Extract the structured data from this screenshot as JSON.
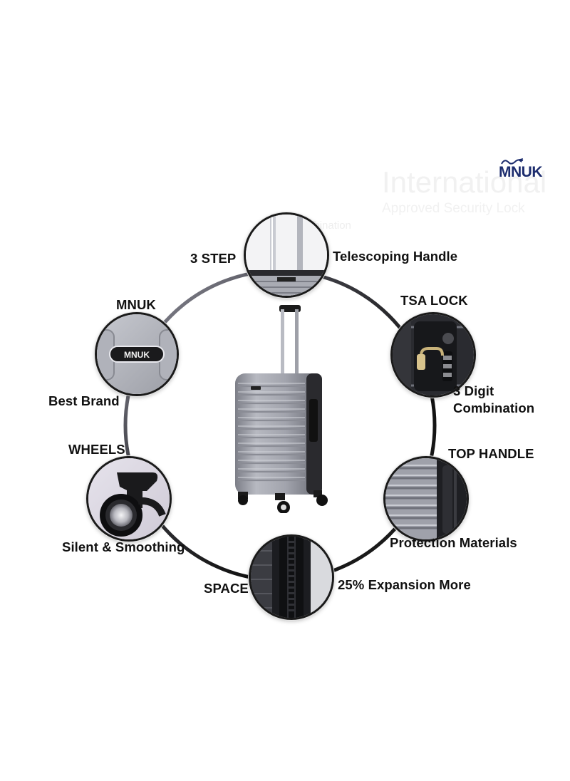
{
  "brand": {
    "logo_text": "MNUK",
    "accent_color": "#1c2c6d"
  },
  "watermark": {
    "title": "International",
    "subtitle": "Approved Security Lock",
    "top_text": "3 Digit Combination"
  },
  "features": {
    "telescoping": {
      "left_label": "3 STEP",
      "right_label": "Telescoping Handle",
      "icon": "telescoping-handle-photo"
    },
    "brand": {
      "top_label": "MNUK",
      "bottom_label": "Best Brand",
      "badge_text": "MNUK",
      "icon": "brand-badge-photo"
    },
    "lock": {
      "top_label": "TSA LOCK",
      "bottom_label_line1": "3 Digit",
      "bottom_label_line2": "Combination",
      "icon": "tsa-lock-photo"
    },
    "wheels": {
      "top_label": "WHEELS",
      "bottom_label": "Silent & Smoothing",
      "icon": "wheel-photo"
    },
    "top_handle": {
      "top_label": "TOP HANDLE",
      "bottom_label": "Protection Materials",
      "icon": "top-handle-photo"
    },
    "space": {
      "left_label": "SPACE",
      "right_label": "25% Expansion More",
      "icon": "zipper-expansion-photo"
    }
  },
  "colors": {
    "ring": "#151515",
    "ring_highlight": "#a8a8b4",
    "shell": "#a9abb3",
    "shell_dark": "#6f717a",
    "text": "#111111"
  }
}
